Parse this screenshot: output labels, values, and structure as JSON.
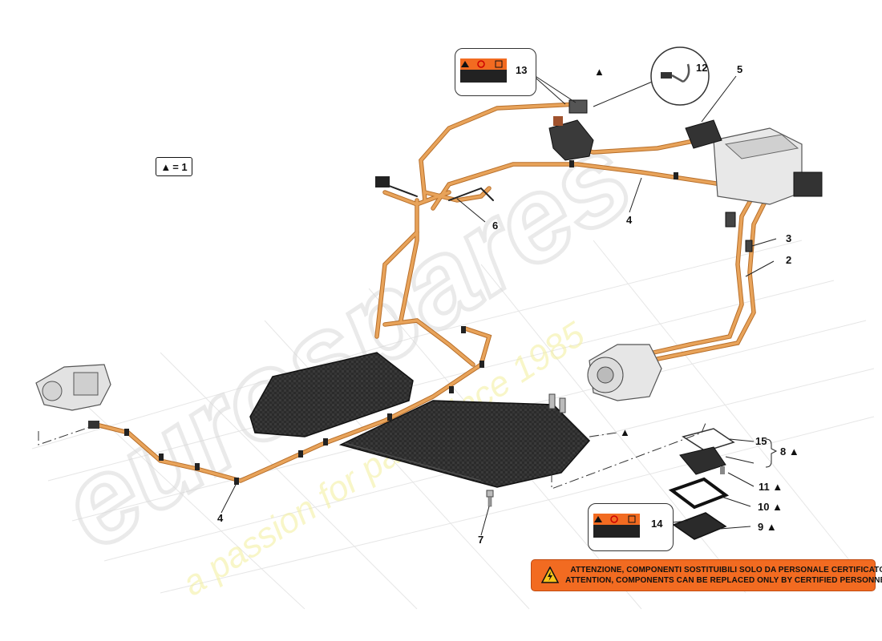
{
  "legend": {
    "symbol": "▲",
    "text": "= 1"
  },
  "callouts": [
    {
      "id": "n13",
      "text": "13"
    },
    {
      "id": "n12",
      "text": "12"
    },
    {
      "id": "n5",
      "text": "5"
    },
    {
      "id": "n6",
      "text": "6"
    },
    {
      "id": "n4a",
      "text": "4"
    },
    {
      "id": "n3",
      "text": "3"
    },
    {
      "id": "n2",
      "text": "2"
    },
    {
      "id": "n4b",
      "text": "4"
    },
    {
      "id": "n7",
      "text": "7"
    },
    {
      "id": "n15",
      "text": "15"
    },
    {
      "id": "n8",
      "text": "8 ▲"
    },
    {
      "id": "n11",
      "text": "11 ▲"
    },
    {
      "id": "n10",
      "text": "10 ▲"
    },
    {
      "id": "n9",
      "text": "9 ▲"
    },
    {
      "id": "n14",
      "text": "14"
    },
    {
      "id": "tri1",
      "text": "▲"
    },
    {
      "id": "tri2",
      "text": "▲"
    }
  ],
  "warning": {
    "line_it": "ATTENZIONE, COMPONENTI SOSTITUIBILI SOLO DA PERSONALE CERTIFICATO",
    "line_en": "ATTENTION, COMPONENTS CAN BE REPLACED ONLY BY CERTIFIED PERSONNEL",
    "color": "#f26b21"
  },
  "watermark": {
    "brand": "eurospares",
    "tagline": "a passion for parts since 1985"
  },
  "colors": {
    "cable": "#e8a35a",
    "cable_dark": "#b86f2a",
    "carbon": "#2a2a2a"
  }
}
